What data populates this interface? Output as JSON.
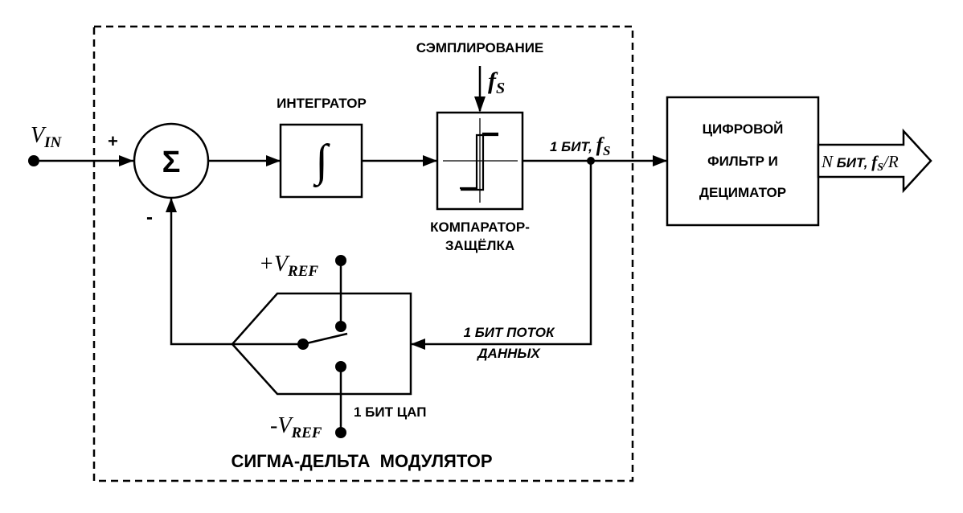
{
  "labels": {
    "vin_main": "V",
    "vin_sub": "IN",
    "plus": "+",
    "minus": "-",
    "sigma": "Σ",
    "integrator": "ИНТЕГРАТОР",
    "integral": "∫",
    "sampling": "СЭМПЛИРОВАНИЕ",
    "fs_main": "f",
    "fs_sub": "S",
    "one_bit_fs_text": "1 БИТ, ",
    "one_bit_fs_f": "f",
    "one_bit_fs_sub": "S",
    "comparator_line1": "КОМПАРАТОР-",
    "comparator_line2": "ЗАЩЁЛКА",
    "filter_line1": "ЦИФРОВОЙ",
    "filter_line2": "ФИЛЬТР И",
    "filter_line3": "ДЕЦИМАТОР",
    "out_n": "N",
    "out_bit": " БИТ, ",
    "out_f": "f",
    "out_s": "S",
    "out_r": "/R",
    "vref_pos_sign": "+",
    "vref_pos_main": "V",
    "vref_pos_sub": "REF",
    "vref_neg_sign": "-",
    "vref_neg_main": "V",
    "vref_neg_sub": "REF",
    "bitstream_line1": "1 БИТ ПОТОК",
    "bitstream_line2": "ДАННЫХ",
    "dac": "1 БИТ ЦАП",
    "modulator": "СИГМА-ДЕЛЬТА  МОДУЛЯТОР"
  }
}
